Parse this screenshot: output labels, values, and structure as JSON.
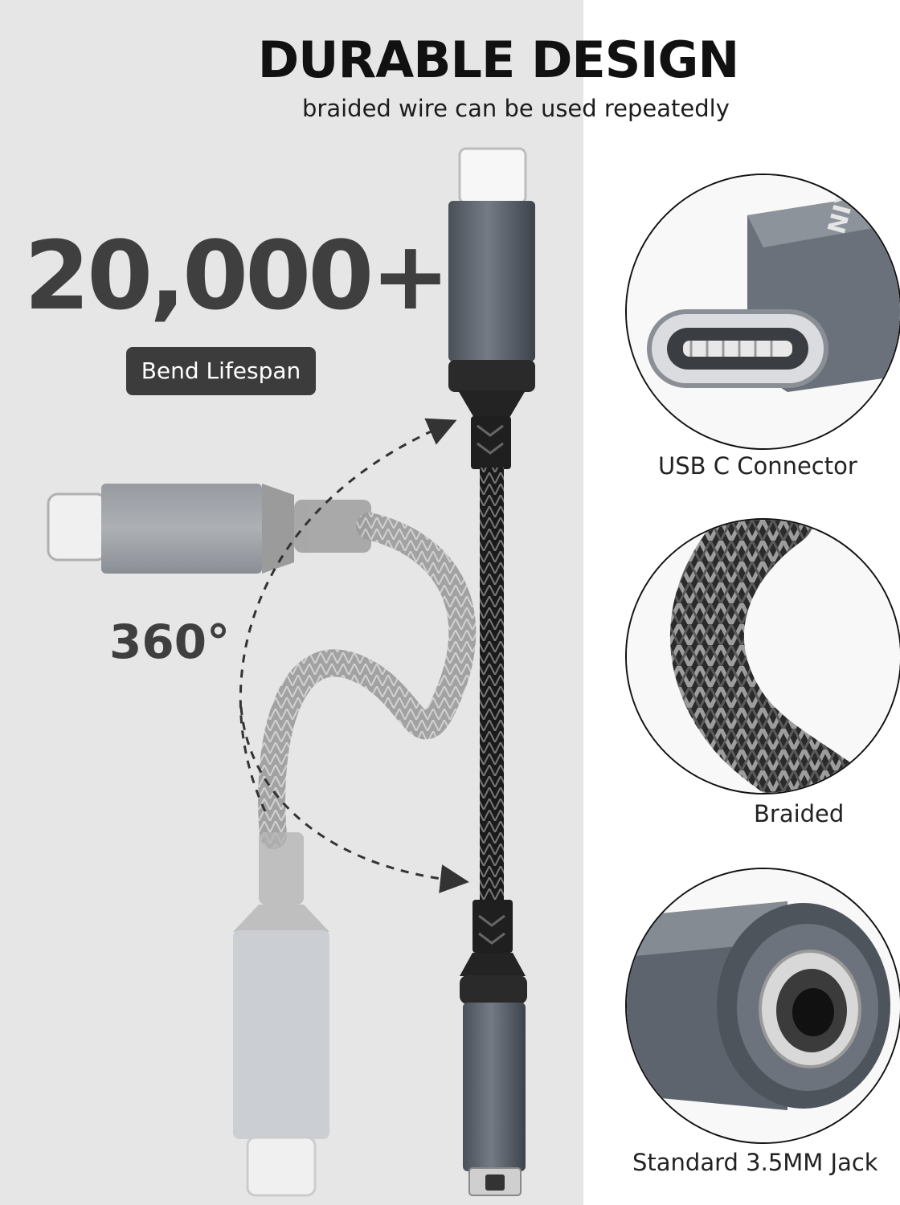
{
  "headline": "DURABLE DESIGN",
  "subheadline": "braided wire can be used repeatedly",
  "bend_count": "20,000+",
  "bend_badge": "Bend Lifespan",
  "rotation_label": "360°",
  "brand_mark": "NIY",
  "features": [
    {
      "caption": "USB C Connector",
      "icon": "usb-c-connector"
    },
    {
      "caption": "Braided",
      "icon": "braided-cable"
    },
    {
      "caption": "Standard 3.5MM Jack",
      "icon": "audio-jack"
    }
  ],
  "colors": {
    "left_panel": "#e6e6e6",
    "connector_metal": "#59606a",
    "badge": "#3c3c3c",
    "text_dark": "#3f3f3f"
  }
}
